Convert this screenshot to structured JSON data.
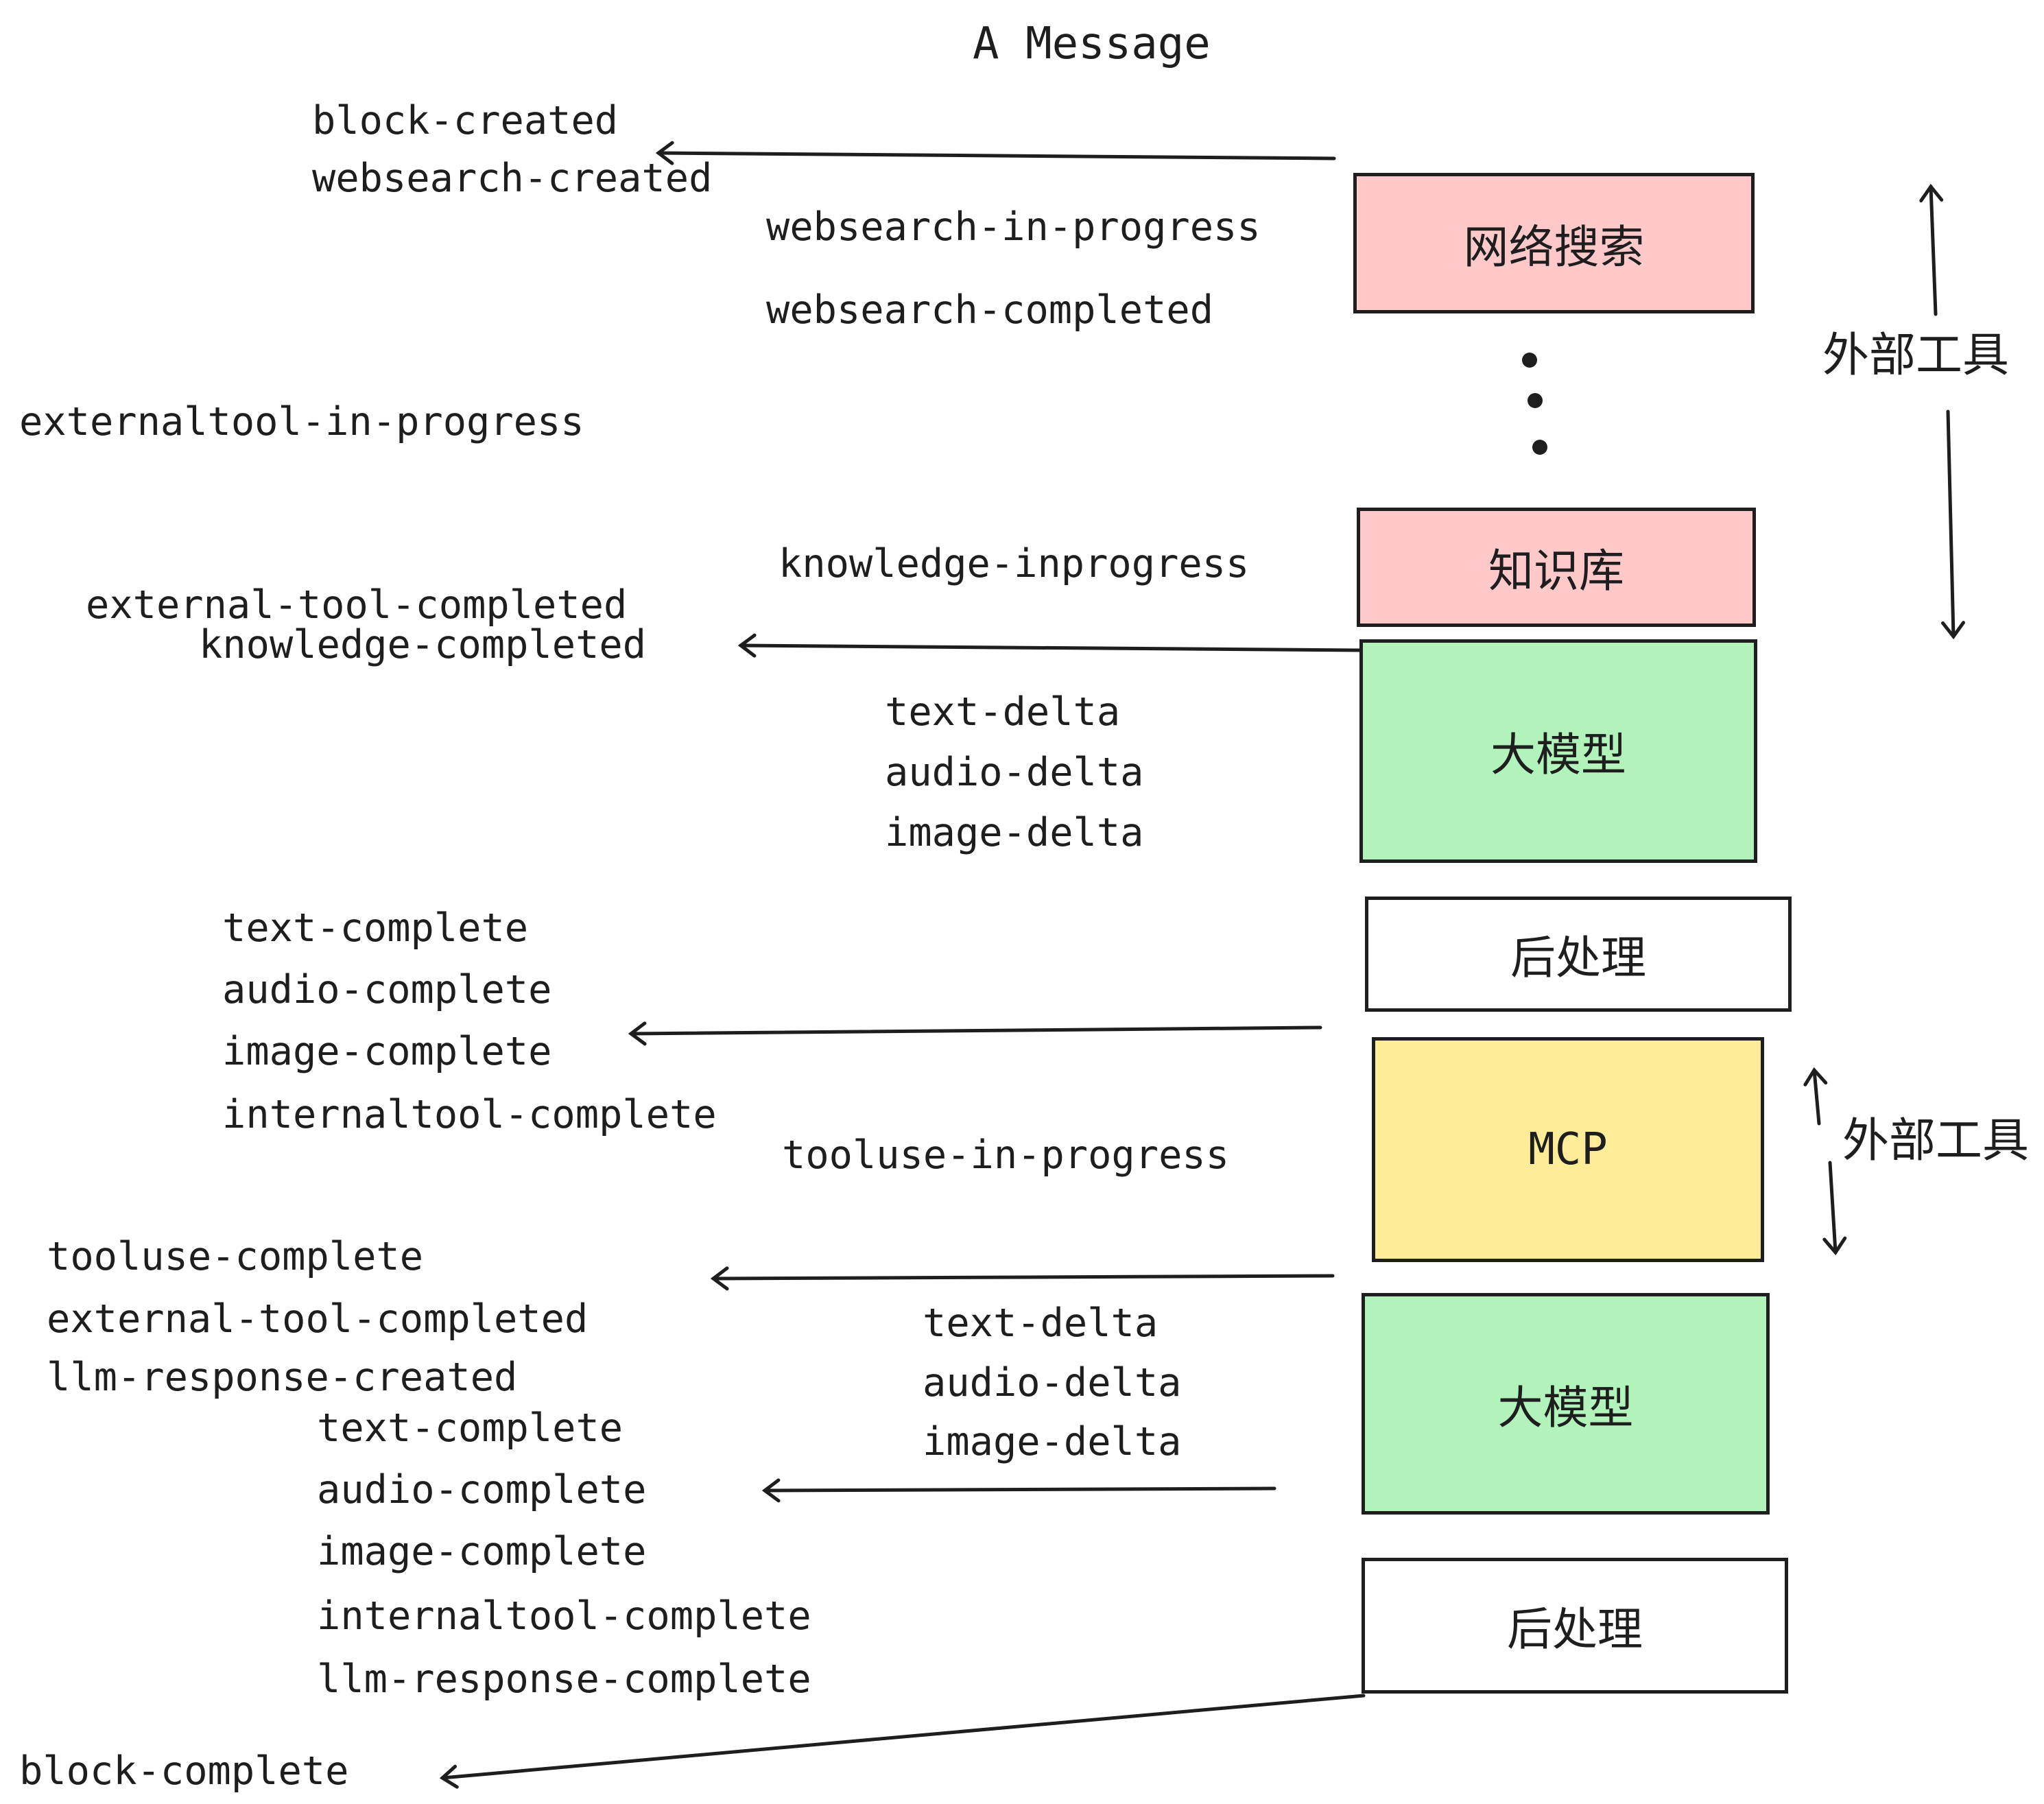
{
  "title": "A Message",
  "colors": {
    "pink": "#ffc9c9",
    "green": "#b2f2bb",
    "yellow": "#ffec99",
    "white": "#ffffff",
    "stroke": "#1e1e1e"
  },
  "nodes": {
    "websearch": "网络搜索",
    "knowledge": "知识库",
    "llm1": "大模型",
    "post1": "后处理",
    "mcp": "MCP",
    "llm2": "大模型",
    "post2": "后处理"
  },
  "annotations": {
    "external_tools_top": "外部工具",
    "external_tools_mcp": "外部工具"
  },
  "events": {
    "block_created": "block-created",
    "websearch_created": "websearch-created",
    "websearch_in_progress": "websearch-in-progress",
    "websearch_completed": "websearch-completed",
    "externaltool_in_progress": "externaltool-in-progress",
    "knowledge_inprogress": "knowledge-inprogress",
    "external_tool_completed": "external-tool-completed",
    "knowledge_completed": "knowledge-completed",
    "text_delta_1": "text-delta",
    "audio_delta_1": "audio-delta",
    "image_delta_1": "image-delta",
    "text_complete_1": "text-complete",
    "audio_complete_1": "audio-complete",
    "image_complete_1": "image-complete",
    "internaltool_complete_1": "internaltool-complete",
    "tooluse_in_progress": "tooluse-in-progress",
    "tooluse_complete": "tooluse-complete",
    "external_tool_completed_2": "external-tool-completed",
    "llm_response_created": "llm-response-created",
    "text_complete_2": "text-complete",
    "audio_complete_2": "audio-complete",
    "image_complete_2": "image-complete",
    "internaltool_complete_2": "internaltool-complete",
    "llm_response_complete": "llm-response-complete",
    "block_complete": "block-complete"
  }
}
